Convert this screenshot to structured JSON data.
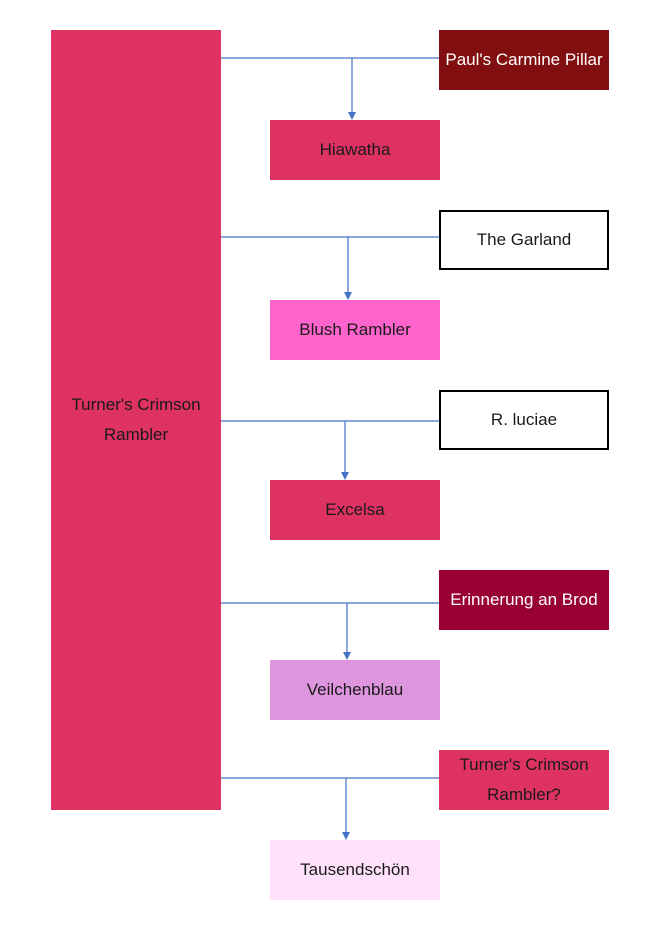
{
  "diagram": {
    "root": {
      "label": "Turner's Crimson Rambler",
      "fill": "#dd3262"
    },
    "pairs": [
      {
        "parent": {
          "label": "Paul's Carmine Pillar",
          "fill": "#820f0f",
          "text_color": "#ffffff",
          "border": "none"
        },
        "child": {
          "label": "Hiawatha",
          "fill": "#dd3262",
          "text_color": "#1a1a1a"
        }
      },
      {
        "parent": {
          "label": "The Garland",
          "fill": "#ffffff",
          "text_color": "#1a1a1a",
          "border": "#000000"
        },
        "child": {
          "label": "Blush Rambler",
          "fill": "#ff64cd",
          "text_color": "#1a1a1a"
        }
      },
      {
        "parent": {
          "label": "R. luciae",
          "fill": "#ffffff",
          "text_color": "#1a1a1a",
          "border": "#000000"
        },
        "child": {
          "label": "Excelsa",
          "fill": "#dd3262",
          "text_color": "#1a1a1a"
        }
      },
      {
        "parent": {
          "label": "Erinnerung an Brod",
          "fill": "#990034",
          "text_color": "#ffffff",
          "border": "none"
        },
        "child": {
          "label": "Veilchenblau",
          "fill": "#dd96de",
          "text_color": "#1a1a1a"
        }
      },
      {
        "parent": {
          "label": "Turner's Crimson Rambler?",
          "fill": "#dd3262",
          "text_color": "#1a1a1a",
          "border": "none"
        },
        "child": {
          "label": "Tausendschön",
          "fill": "#ffe1fb",
          "text_color": "#1a1a1a"
        }
      }
    ],
    "connector_color": "#4472c4"
  }
}
